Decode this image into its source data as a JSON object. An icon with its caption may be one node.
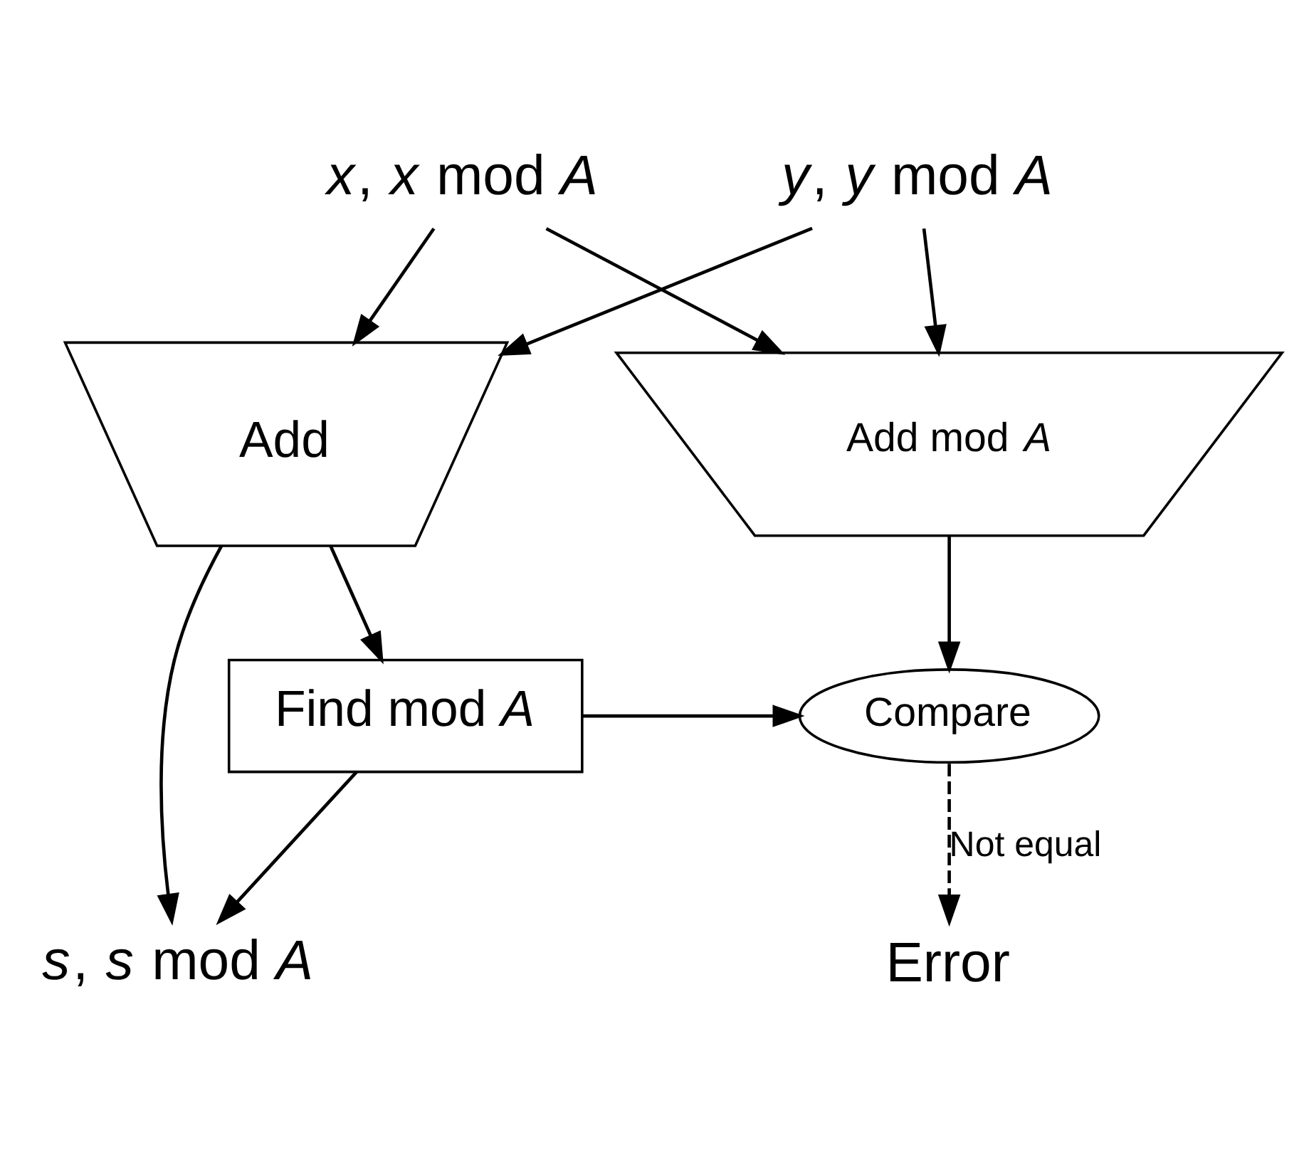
{
  "diagram": {
    "nodes": [
      {
        "text": [
          "*x*, *x* mod *A*"
        ]
      },
      {
        "text": [
          "*y*, *y* mod *A*"
        ]
      },
      {
        "text": [
          "Add"
        ]
      },
      {
        "text": [
          "Add mod *A*"
        ]
      },
      {
        "text": [
          "Find mod *A*"
        ]
      },
      {
        "text": [
          "Compare"
        ]
      },
      {
        "text": [
          "*s*, *s* mod *A*"
        ]
      },
      {
        "text": [
          "Error"
        ]
      }
    ],
    "edges": [
      {
        "from": 0,
        "to": 2,
        "arrow": "to"
      },
      {
        "from": 0,
        "to": 3,
        "arrow": "to"
      },
      {
        "from": 1,
        "to": 2,
        "arrow": "to"
      },
      {
        "from": 1,
        "to": 3,
        "arrow": "to"
      },
      {
        "from": 2,
        "to": 6,
        "arrow": "to"
      },
      {
        "from": 2,
        "to": 4,
        "arrow": "to"
      },
      {
        "from": 3,
        "to": 5,
        "arrow": "to"
      },
      {
        "from": 4,
        "to": 5,
        "arrow": "to"
      },
      {
        "from": 4,
        "to": 6,
        "arrow": "to"
      },
      {
        "from": 5,
        "to": 7,
        "arrow": "to",
        "label": "Not equal",
        "style": "dashed"
      }
    ]
  }
}
